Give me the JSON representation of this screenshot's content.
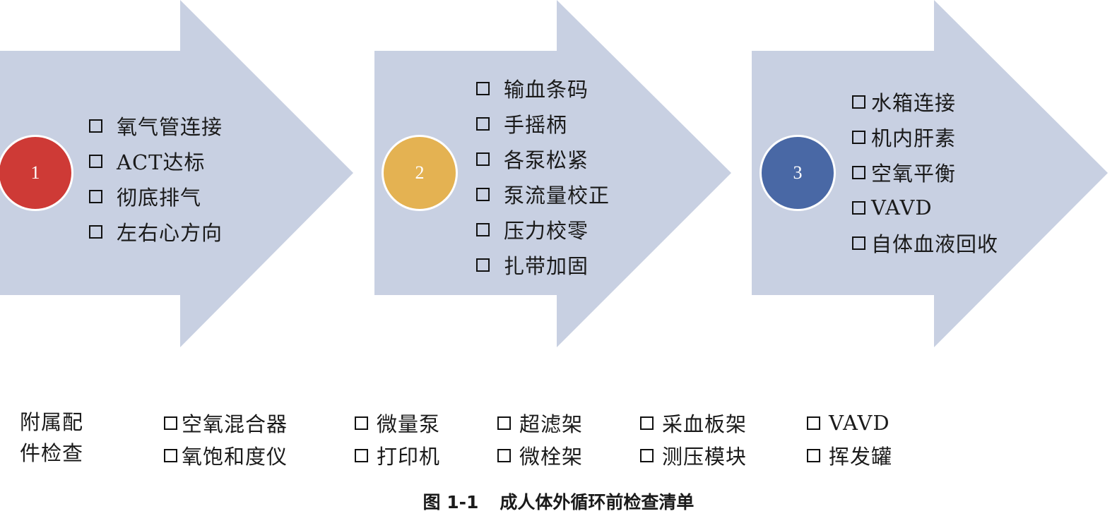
{
  "steps": [
    {
      "number": "1",
      "color": "#CE3A36",
      "items": [
        "氧气管连接",
        "ACT达标",
        "彻底排气",
        "左右心方向"
      ]
    },
    {
      "number": "2",
      "color": "#E4B252",
      "items": [
        "输血条码",
        "手摇柄",
        "各泵松紧",
        "泵流量校正",
        "压力校零",
        "扎带加固"
      ]
    },
    {
      "number": "3",
      "color": "#4968A5",
      "items": [
        "水箱连接",
        "机内肝素",
        "空氧平衡",
        "VAVD",
        "自体血液回收"
      ]
    }
  ],
  "arrow_color": "#C8D0E2",
  "accessories": {
    "title_line1": "附属配",
    "title_line2": "件检查",
    "columns": [
      [
        "空氧混合器",
        "氧饱和度仪"
      ],
      [
        "微量泵",
        "打印机"
      ],
      [
        "超滤架",
        "微栓架"
      ],
      [
        "采血板架",
        "测压模块"
      ],
      [
        "VAVD",
        "挥发罐"
      ]
    ]
  },
  "caption": {
    "number": "图 1-1",
    "text": "成人体外循环前检查清单"
  }
}
